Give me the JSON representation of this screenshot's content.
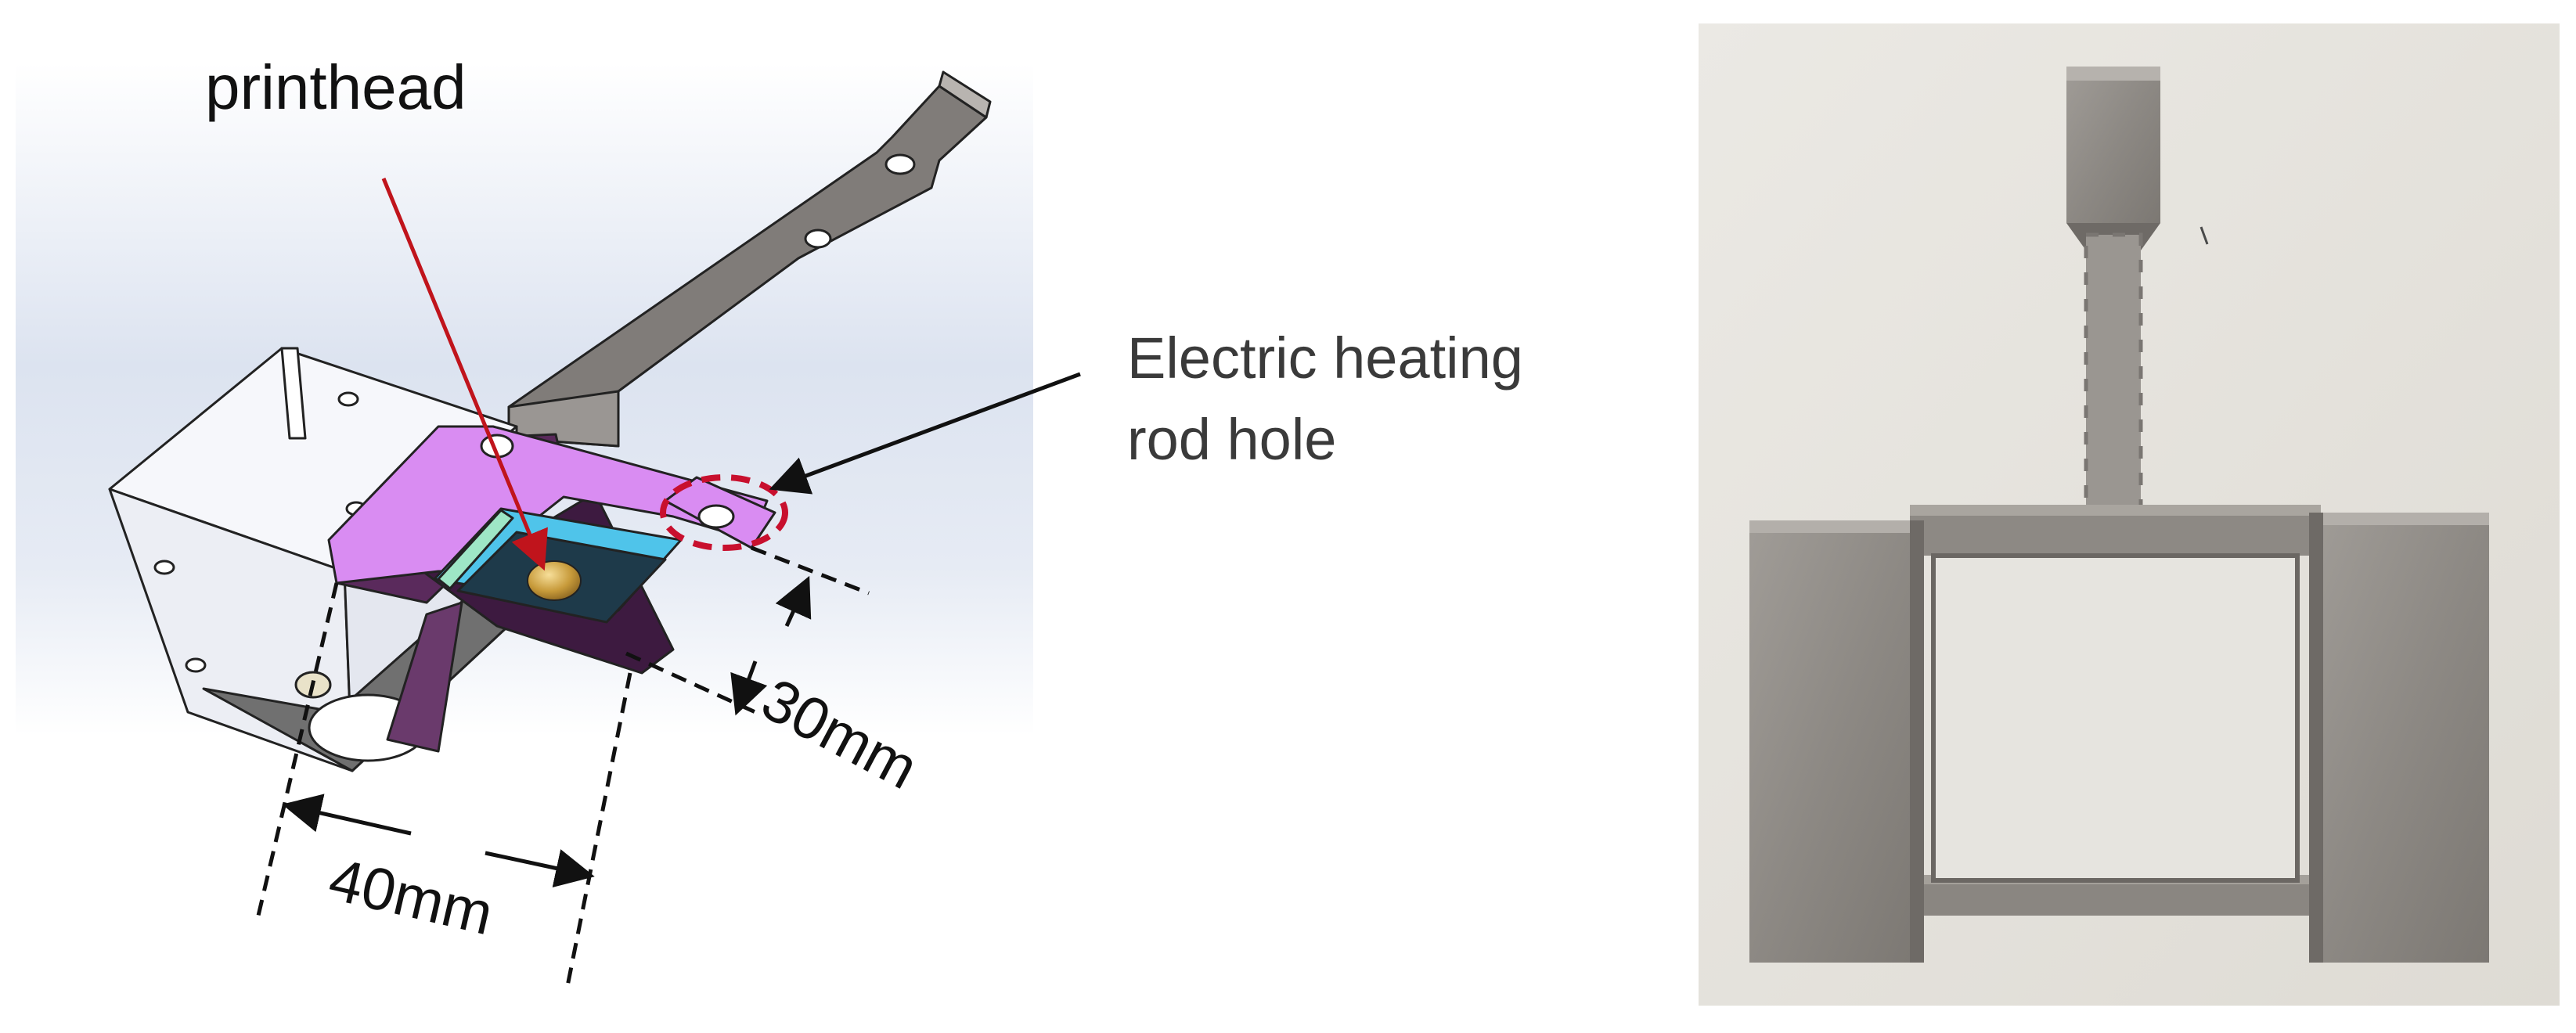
{
  "labels": {
    "printhead": "printhead",
    "heating_line1": "Electric heating",
    "heating_line2": "rod hole",
    "dim_height": "30mm",
    "dim_width": "40mm"
  },
  "colors": {
    "arrow_red": "#c0141c",
    "highlight_dashed_red": "#c8102e",
    "bracket_magenta": "#d98cf2",
    "bracket_purple": "#4d1f4f",
    "plate_cyan": "#4fc4ea",
    "plate_dark": "#1e3a4a",
    "nozzle_gold": "#c79a3a",
    "metal_gray": "#8e8a86"
  }
}
